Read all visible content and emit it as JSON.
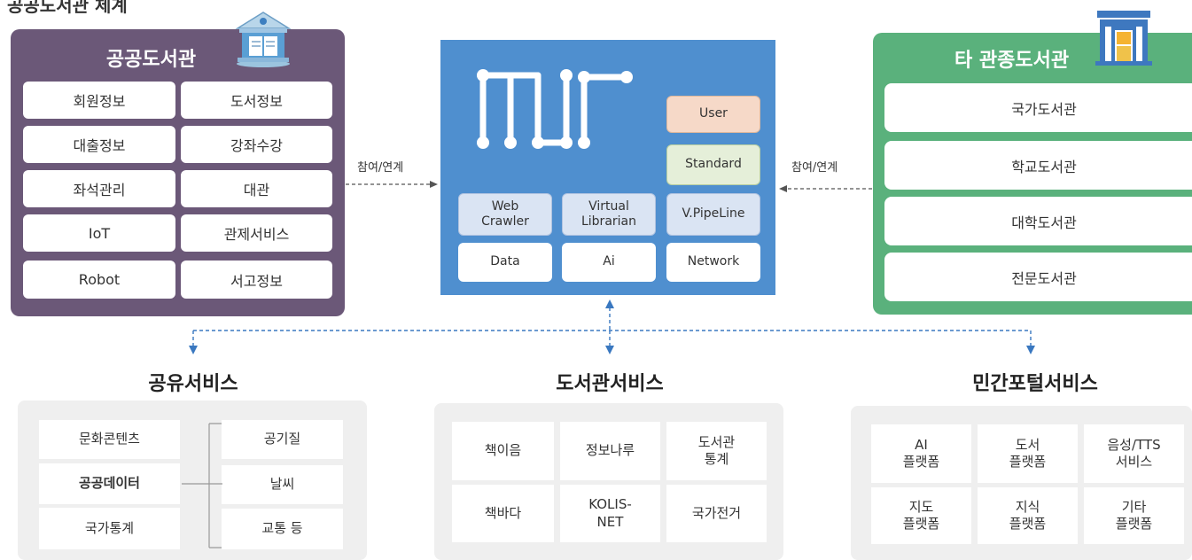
{
  "top_title": "공공도서관 체계",
  "public_library": {
    "title": "공공도서관",
    "cells": [
      [
        "회원정보",
        "도서정보"
      ],
      [
        "대출정보",
        "강좌수강"
      ],
      [
        "좌석관리",
        "대관"
      ],
      [
        "IoT",
        "관제서비스"
      ],
      [
        "Robot",
        "서고정보"
      ]
    ]
  },
  "other_library": {
    "title": "타 관종도서관",
    "cells": [
      "국가도서관",
      "학교도서관",
      "대학도서관",
      "전문도서관"
    ]
  },
  "center_system": {
    "user": "User",
    "standard": "Standard",
    "web_crawler": "Web Crawler",
    "virtual_librarian": "Virtual Librarian",
    "pipeline": "V.PipeLine",
    "data": "Data",
    "ai": "Ai",
    "network": "Network"
  },
  "links": {
    "left": "참여/연계",
    "right": "참여/연계"
  },
  "shared_service": {
    "title": "공유서비스",
    "left_items": [
      "문화콘텐츠",
      "공공데이터",
      "국가통계"
    ],
    "right_items": [
      "공기질",
      "날씨",
      "교통 등"
    ]
  },
  "library_service": {
    "title": "도서관서비스",
    "cells": [
      "책이음",
      "정보나루",
      "도서관\n통계",
      "책바다",
      "KOLIS-\nNET",
      "국가전거"
    ]
  },
  "private_service": {
    "title": "민간포털서비스",
    "cells": [
      "AI\n플랫폼",
      "도서\n플랫폼",
      "음성/TTS\n서비스",
      "지도\n플랫폼",
      "지식\n플랫폼",
      "기타\n플랫폼"
    ]
  },
  "colors": {
    "public_panel": "#6b5878",
    "other_panel": "#5ab17c",
    "center_panel": "#4f8fcf",
    "arrow": "#3a78c0"
  }
}
